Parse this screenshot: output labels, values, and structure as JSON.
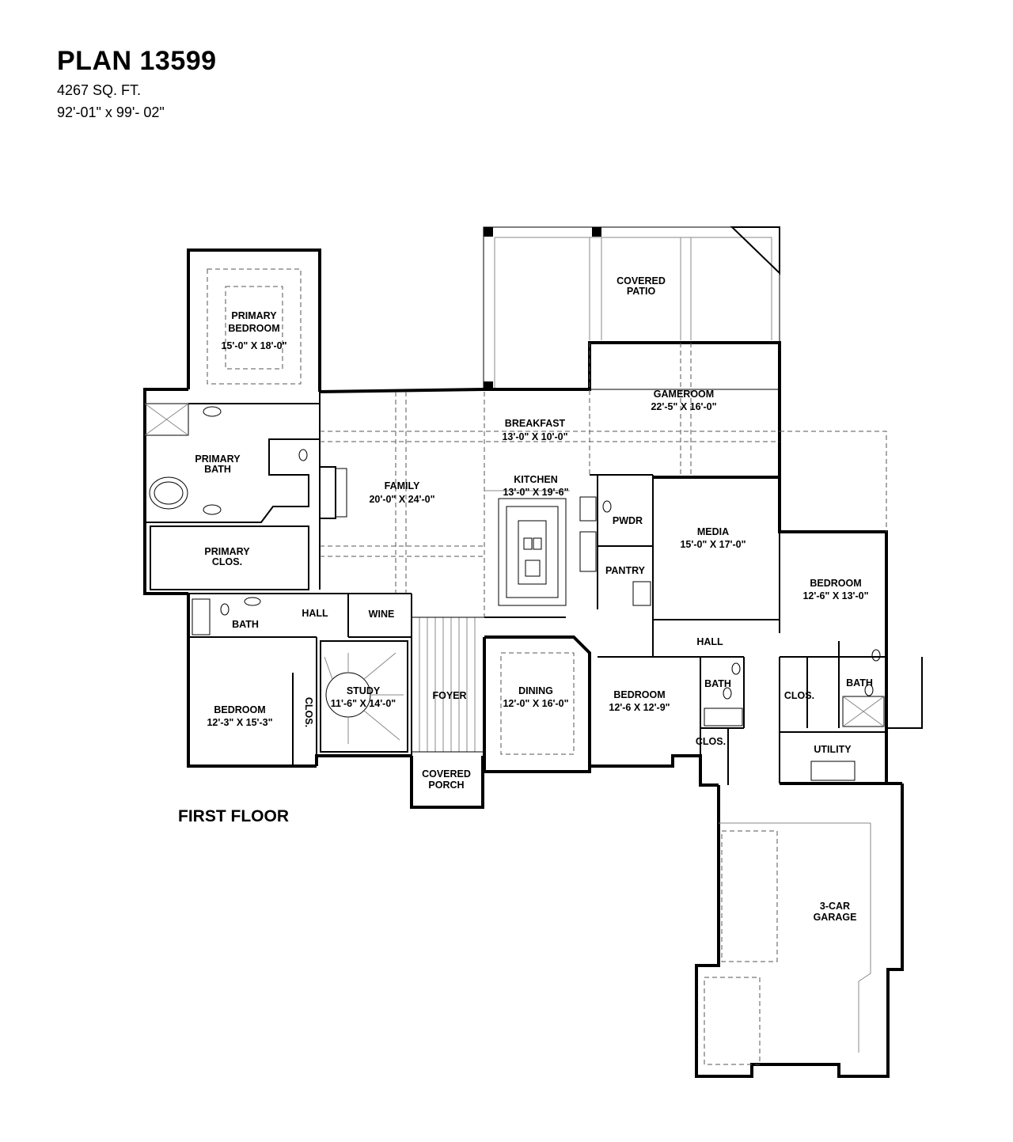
{
  "header": {
    "title": "PLAN 13599",
    "sqft": "4267 SQ. FT.",
    "dimensions": "92'-01\" x 99'- 02\""
  },
  "floor_label": "FIRST FLOOR",
  "rooms": {
    "primary_bedroom": {
      "name": "PRIMARY",
      "name2": "BEDROOM",
      "size": "15'-0\" X 18'-0\""
    },
    "primary_bath": {
      "name": "PRIMARY",
      "name2": "BATH"
    },
    "primary_closet": {
      "name": "PRIMARY",
      "name2": "CLOS."
    },
    "covered_patio": {
      "name": "COVERED",
      "name2": "PATIO"
    },
    "gameroom": {
      "name": "GAMEROOM",
      "size": "22'-5\" X 16'-0\""
    },
    "breakfast": {
      "name": "BREAKFAST",
      "size": "13'-0\" X 10'-0\""
    },
    "kitchen": {
      "name": "KITCHEN",
      "size": "13'-0\" X 19'-6\""
    },
    "family": {
      "name": "FAMILY",
      "size": "20'-0\" X 24'-0\""
    },
    "pwdr": {
      "name": "PWDR"
    },
    "pantry": {
      "name": "PANTRY"
    },
    "media": {
      "name": "MEDIA",
      "size": "15'-0\" X 17'-0\""
    },
    "bedroom_right": {
      "name": "BEDROOM",
      "size": "12'-6\" X 13'-0\""
    },
    "hall_left": {
      "name": "HALL"
    },
    "wine": {
      "name": "WINE"
    },
    "bath_left": {
      "name": "BATH"
    },
    "bedroom_left": {
      "name": "BEDROOM",
      "size": "12'-3\" X 15'-3\""
    },
    "clos_left": {
      "name": "CLOS."
    },
    "study": {
      "name": "STUDY",
      "size": "11'-6\" X 14'-0\""
    },
    "foyer": {
      "name": "FOYER"
    },
    "dining": {
      "name": "DINING",
      "size": "12'-0\" X 16'-0\""
    },
    "bedroom_mid": {
      "name": "BEDROOM",
      "size": "12'-6 X 12'-9\""
    },
    "hall_right": {
      "name": "HALL"
    },
    "bath_mid": {
      "name": "BATH"
    },
    "clos_mid": {
      "name": "CLOS."
    },
    "clos_right": {
      "name": "CLOS."
    },
    "bath_right": {
      "name": "BATH"
    },
    "utility": {
      "name": "UTILITY"
    },
    "covered_porch": {
      "name": "COVERED",
      "name2": "PORCH"
    },
    "garage": {
      "name": "3-CAR",
      "name2": "GARAGE"
    }
  }
}
